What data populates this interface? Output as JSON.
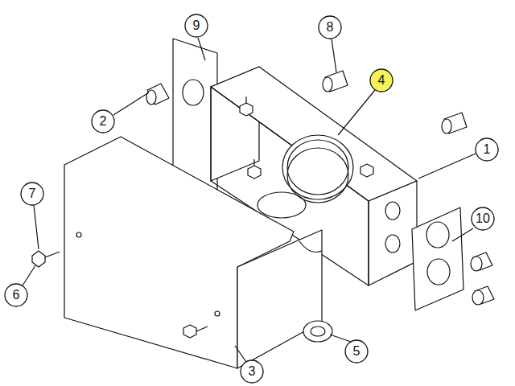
{
  "diagram": {
    "labels": [
      "9",
      "8",
      "4",
      "2",
      "1",
      "7",
      "10",
      "6",
      "5",
      "3"
    ]
  }
}
